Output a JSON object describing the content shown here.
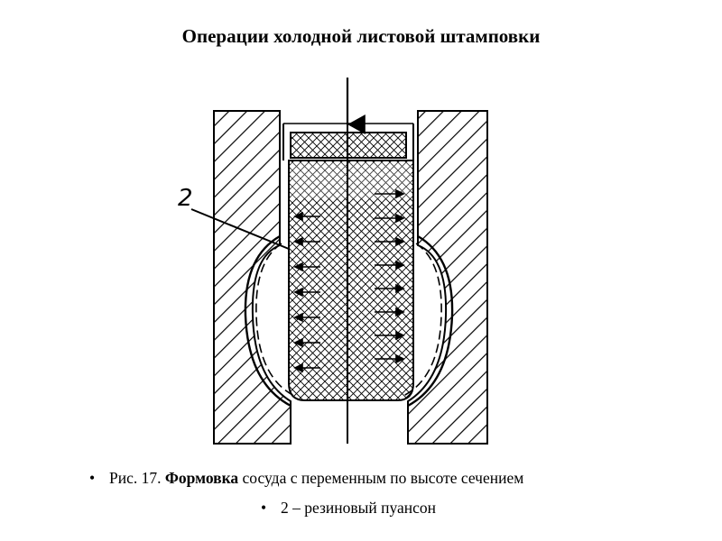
{
  "slide": {
    "title": "Операции холодной листовой штамповки"
  },
  "figure": {
    "callout_label": "2"
  },
  "caption": {
    "bullet_glyph": "•",
    "prefix": "Рис. 17. ",
    "emphasis": "Формовка",
    "rest": " сосуда с переменным по высоте сечением"
  },
  "legend": {
    "bullet_glyph": "•",
    "text": "2 – резиновый пуансон"
  }
}
